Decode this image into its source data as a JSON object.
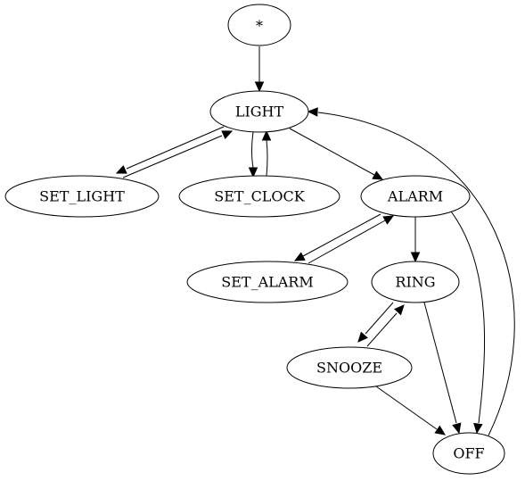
{
  "diagram": {
    "type": "state-diagram",
    "nodes": [
      {
        "id": "start",
        "label": "*"
      },
      {
        "id": "light",
        "label": "LIGHT"
      },
      {
        "id": "set_light",
        "label": "SET_LIGHT"
      },
      {
        "id": "set_clock",
        "label": "SET_CLOCK"
      },
      {
        "id": "alarm",
        "label": "ALARM"
      },
      {
        "id": "set_alarm",
        "label": "SET_ALARM"
      },
      {
        "id": "ring",
        "label": "RING"
      },
      {
        "id": "snooze",
        "label": "SNOOZE"
      },
      {
        "id": "off",
        "label": "OFF"
      }
    ],
    "edges": [
      {
        "from": "start",
        "to": "light"
      },
      {
        "from": "light",
        "to": "set_light"
      },
      {
        "from": "set_light",
        "to": "light"
      },
      {
        "from": "light",
        "to": "set_clock"
      },
      {
        "from": "set_clock",
        "to": "light"
      },
      {
        "from": "light",
        "to": "alarm"
      },
      {
        "from": "alarm",
        "to": "set_alarm"
      },
      {
        "from": "set_alarm",
        "to": "alarm"
      },
      {
        "from": "alarm",
        "to": "ring"
      },
      {
        "from": "alarm",
        "to": "off"
      },
      {
        "from": "ring",
        "to": "snooze"
      },
      {
        "from": "snooze",
        "to": "ring"
      },
      {
        "from": "ring",
        "to": "off"
      },
      {
        "from": "snooze",
        "to": "off"
      },
      {
        "from": "off",
        "to": "light"
      }
    ]
  }
}
